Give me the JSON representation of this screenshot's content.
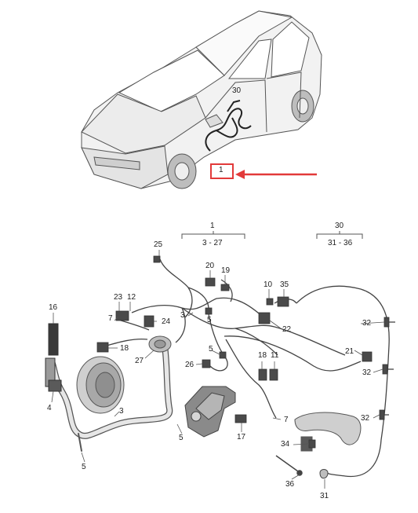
{
  "colors": {
    "arrow": "#e23a3a",
    "outline": "#555555",
    "part_fill": "#d9d9d9",
    "dark_part": "#3a3a3a"
  },
  "icons": {
    "car": "car-illustration",
    "arrow": "red-arrow",
    "motor": "window-motor",
    "speaker": "speaker",
    "handle": "door-handle"
  },
  "car_labels": {
    "harness": "1",
    "sub_harness": "30"
  },
  "labels": {
    "l1": "1",
    "l1_range": "3 - 27",
    "l30": "30",
    "l30_range": "31 - 36",
    "l25": "25",
    "l20": "20",
    "l19": "19",
    "l10": "10",
    "l35": "35",
    "l23": "23",
    "l12": "12",
    "l16": "16",
    "l7a": "7",
    "l24": "24",
    "l3a": "3",
    "l5a": "5",
    "l22": "22",
    "l32a": "32",
    "l18": "18",
    "l5b": "5",
    "l21": "21",
    "l27": "27",
    "l26": "26",
    "l11": "11",
    "l32b": "32",
    "l4": "4",
    "l3b": "3",
    "l7b": "7",
    "l32c": "32",
    "l5c": "5",
    "l17": "17",
    "l34": "34",
    "l5d": "5",
    "l36": "36",
    "l31": "31"
  }
}
